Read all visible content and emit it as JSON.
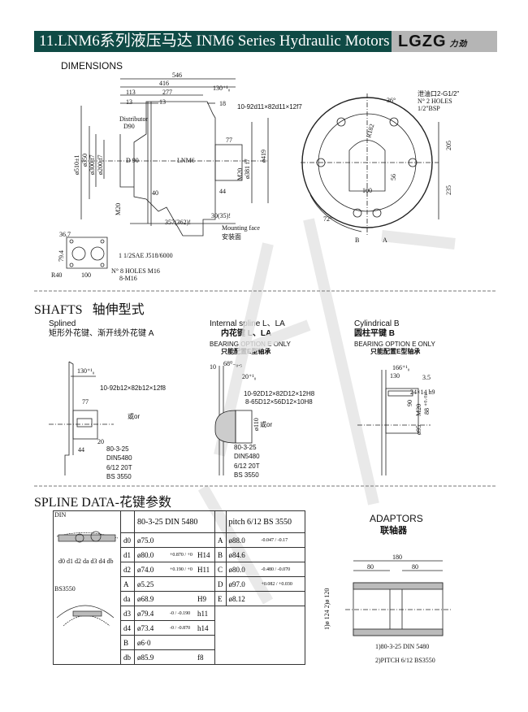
{
  "header": {
    "title": "11.LNM6系列液压马达 INM6 Series Hydraulic Motors",
    "logo": "LGZG",
    "logo_cn": "力劲"
  },
  "dimensions": {
    "title": "DIMENSIONS",
    "side": {
      "d546": "546",
      "d416": "416",
      "d130": "130⁺¹₀",
      "d113": "113",
      "d277": "277",
      "d13a": "13",
      "d13b": "13",
      "d18": "18",
      "spline": "10-92d11×82d11×12f7",
      "distributor": "Distributor",
      "d90": "D90",
      "dia510": "ø510±1",
      "dia350": "ø350",
      "dia300": "ø300 f7",
      "dia200": "ø200 f7",
      "d_90": "D 90",
      "model": "LNM6",
      "d77": "77",
      "dia381": "ø381 f7",
      "dia419": "ø419",
      "m20a": "M20",
      "d44": "44",
      "d40": "40",
      "m20b": "M20",
      "d30": "30(35)!",
      "d357": "357(362)!",
      "mounting": "Mounting face",
      "mounting_cn": "安装面"
    },
    "port": {
      "d36": "36.7",
      "d79": "79.4",
      "r40": "R40",
      "d100": "100",
      "sae": "1 1/2SAE J518/6000",
      "holes": "N° 8 HOLES M16",
      "holes2": "8-M16"
    },
    "end": {
      "drain_cn": "泄油口2-G1/2\"",
      "drain1": "N° 2 HOLES",
      "drain2": "1/2\"BSP",
      "a36": "36°",
      "r182": "R182",
      "d205": "205",
      "d235": "235",
      "d56": "56",
      "d100": "100",
      "a72": "72°",
      "b": "B",
      "a": "A"
    }
  },
  "shafts": {
    "title": "SHAFTS",
    "title_cn": "轴伸型式",
    "splined": {
      "name": "Splined",
      "name_cn": "矩形外花键、渐开线外花键 A",
      "d130": "130⁺¹₀",
      "spline": "10-92b12×82b12×12f8",
      "d77": "77",
      "or": "或or",
      "m20": "20",
      "d44": "44",
      "din1": "80-3-25",
      "din2": "DIN5480",
      "bs1": "6/12 20T",
      "bs2": "BS 3550"
    },
    "internal": {
      "name": "Internal spline L、LA",
      "name_cn": "内花键 L、LA",
      "bearing": "BEARING OPTION E ONLY",
      "bearing_cn": "只能配置E型轴承",
      "d10": "10",
      "d68": "68⁰₋₀.₅",
      "d20": "20⁺¹₀",
      "spline1": "10-92D12×82D12×12H8",
      "spline2": "8-65D12×56D12×10H8",
      "dia110": "ø110",
      "or": "或or",
      "din1": "80-3-25",
      "din2": "DIN5480",
      "bs1": "6/12 20T",
      "bs2": "BS 3550"
    },
    "cylindrical": {
      "name": "Cylindrical B",
      "name_cn": "圆柱平键 B",
      "bearing": "BEARING OPTION E ONLY",
      "bearing_cn": "只能配置E型轴承",
      "d166": "166⁺¹₀",
      "d130": "130",
      "d35": "3.5",
      "key": "24×14 h9",
      "d90": "90",
      "m20": "M20",
      "d88": "88 ⁺⁰·⁰¹",
      "dia95": "ø95"
    }
  },
  "spline_data": {
    "title": "SPLINE DATA-花键参数",
    "din_label": "DIN",
    "bs_label": "BS3550",
    "din_markers": "d0 d1 d2 da d3 d4 db",
    "header_left": "80-3-25 DIN 5480",
    "header_right": "pitch 6/12 BS 3550",
    "rows_left": [
      {
        "k": "d0",
        "v": "ø75.0",
        "tol": "",
        "fit": ""
      },
      {
        "k": "d1",
        "v": "ø80.0",
        "tol": "+0.870 / +0",
        "fit": "H14"
      },
      {
        "k": "d2",
        "v": "ø74.0",
        "tol": "+0.190 / +0",
        "fit": "H11"
      },
      {
        "k": "A",
        "v": "ø5.25",
        "tol": "",
        "fit": ""
      },
      {
        "k": "da",
        "v": "ø68.9",
        "tol": "",
        "fit": "H9"
      },
      {
        "k": "d3",
        "v": "ø79.4",
        "tol": "-0 / -0.190",
        "fit": "h11"
      },
      {
        "k": "d4",
        "v": "ø73.4",
        "tol": "-0 / -0.870",
        "fit": "h14"
      },
      {
        "k": "B",
        "v": "ø6·0",
        "tol": "",
        "fit": ""
      },
      {
        "k": "db",
        "v": "ø85.9",
        "tol": "",
        "fit": "f8"
      }
    ],
    "rows_right": [
      {
        "k": "A",
        "v": "ø88.0",
        "tol": "-0.047 / -0.17"
      },
      {
        "k": "B",
        "v": "ø84.6",
        "tol": ""
      },
      {
        "k": "C",
        "v": "ø80.0",
        "tol": "-0.480 / -0.070"
      },
      {
        "k": "D",
        "v": "ø97.0",
        "tol": "+0.082 / +0.030"
      },
      {
        "k": "E",
        "v": "ø8.12",
        "tol": ""
      }
    ]
  },
  "adaptors": {
    "title": "ADAPTORS",
    "title_cn": "联轴器",
    "d180": "180",
    "d80a": "80",
    "d80b": "80",
    "dia": "1)ø 124  2)ø 120",
    "note1": "1)80-3-25 DIN 5480",
    "note2": "2)PITCH 6/12 BS3550"
  }
}
